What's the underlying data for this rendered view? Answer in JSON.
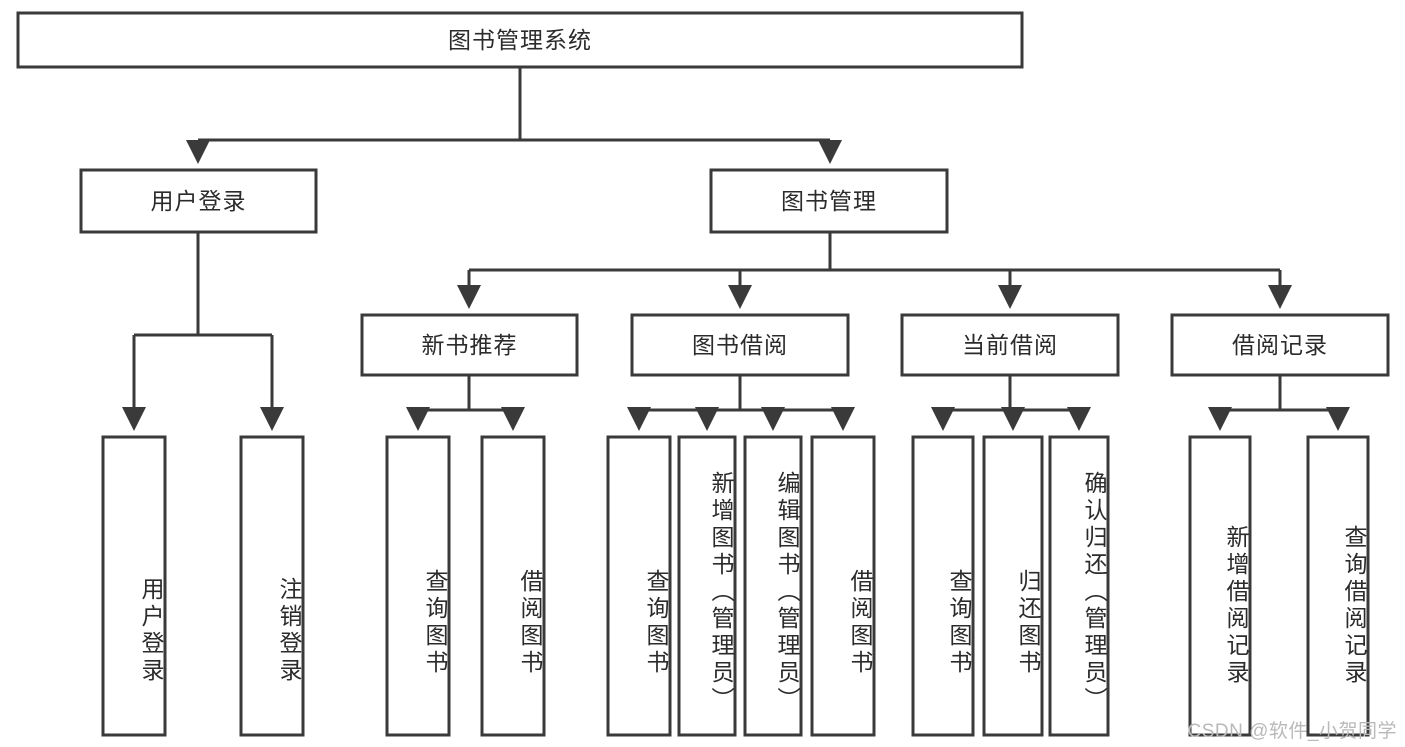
{
  "diagram": {
    "title": "图书管理系统",
    "type": "hierarchy-tree",
    "watermark": "CSDN @软件_小贺同学",
    "colors": {
      "stroke": "#3a3a3a",
      "box_fill": "#ffffff",
      "text": "#2b2b2b",
      "watermark": "#b9b9b9",
      "background": "#ffffff"
    },
    "nodes": {
      "root": {
        "label": "图书管理系统",
        "level": 0
      },
      "level1": [
        {
          "id": "user-login",
          "label": "用户登录"
        },
        {
          "id": "book-manage",
          "label": "图书管理"
        }
      ],
      "level2": [
        {
          "id": "new-book-recommend",
          "label": "新书推荐",
          "parent": "book-manage"
        },
        {
          "id": "book-borrow",
          "label": "图书借阅",
          "parent": "book-manage"
        },
        {
          "id": "current-borrow",
          "label": "当前借阅",
          "parent": "book-manage"
        },
        {
          "id": "borrow-record",
          "label": "借阅记录",
          "parent": "book-manage"
        }
      ],
      "leaves": [
        {
          "id": "leaf-user-login",
          "label": "用户登录",
          "parent": "user-login"
        },
        {
          "id": "leaf-logout",
          "label": "注销登录",
          "parent": "user-login"
        },
        {
          "id": "leaf-query-book-1",
          "label": "查询图书",
          "parent": "new-book-recommend"
        },
        {
          "id": "leaf-borrow-book-1",
          "label": "借阅图书",
          "parent": "new-book-recommend"
        },
        {
          "id": "leaf-query-book-2",
          "label": "查询图书",
          "parent": "book-borrow"
        },
        {
          "id": "leaf-add-book",
          "label": "新增图书（管理员）",
          "parent": "book-borrow"
        },
        {
          "id": "leaf-edit-book",
          "label": "编辑图书（管理员）",
          "parent": "book-borrow"
        },
        {
          "id": "leaf-borrow-book-2",
          "label": "借阅图书",
          "parent": "book-borrow"
        },
        {
          "id": "leaf-query-book-3",
          "label": "查询图书",
          "parent": "current-borrow"
        },
        {
          "id": "leaf-return-book",
          "label": "归还图书",
          "parent": "current-borrow"
        },
        {
          "id": "leaf-confirm-return",
          "label": "确认归还（管理员）",
          "parent": "current-borrow"
        },
        {
          "id": "leaf-add-record",
          "label": "新增借阅记录",
          "parent": "borrow-record"
        },
        {
          "id": "leaf-query-record",
          "label": "查询借阅记录",
          "parent": "borrow-record"
        }
      ]
    }
  }
}
